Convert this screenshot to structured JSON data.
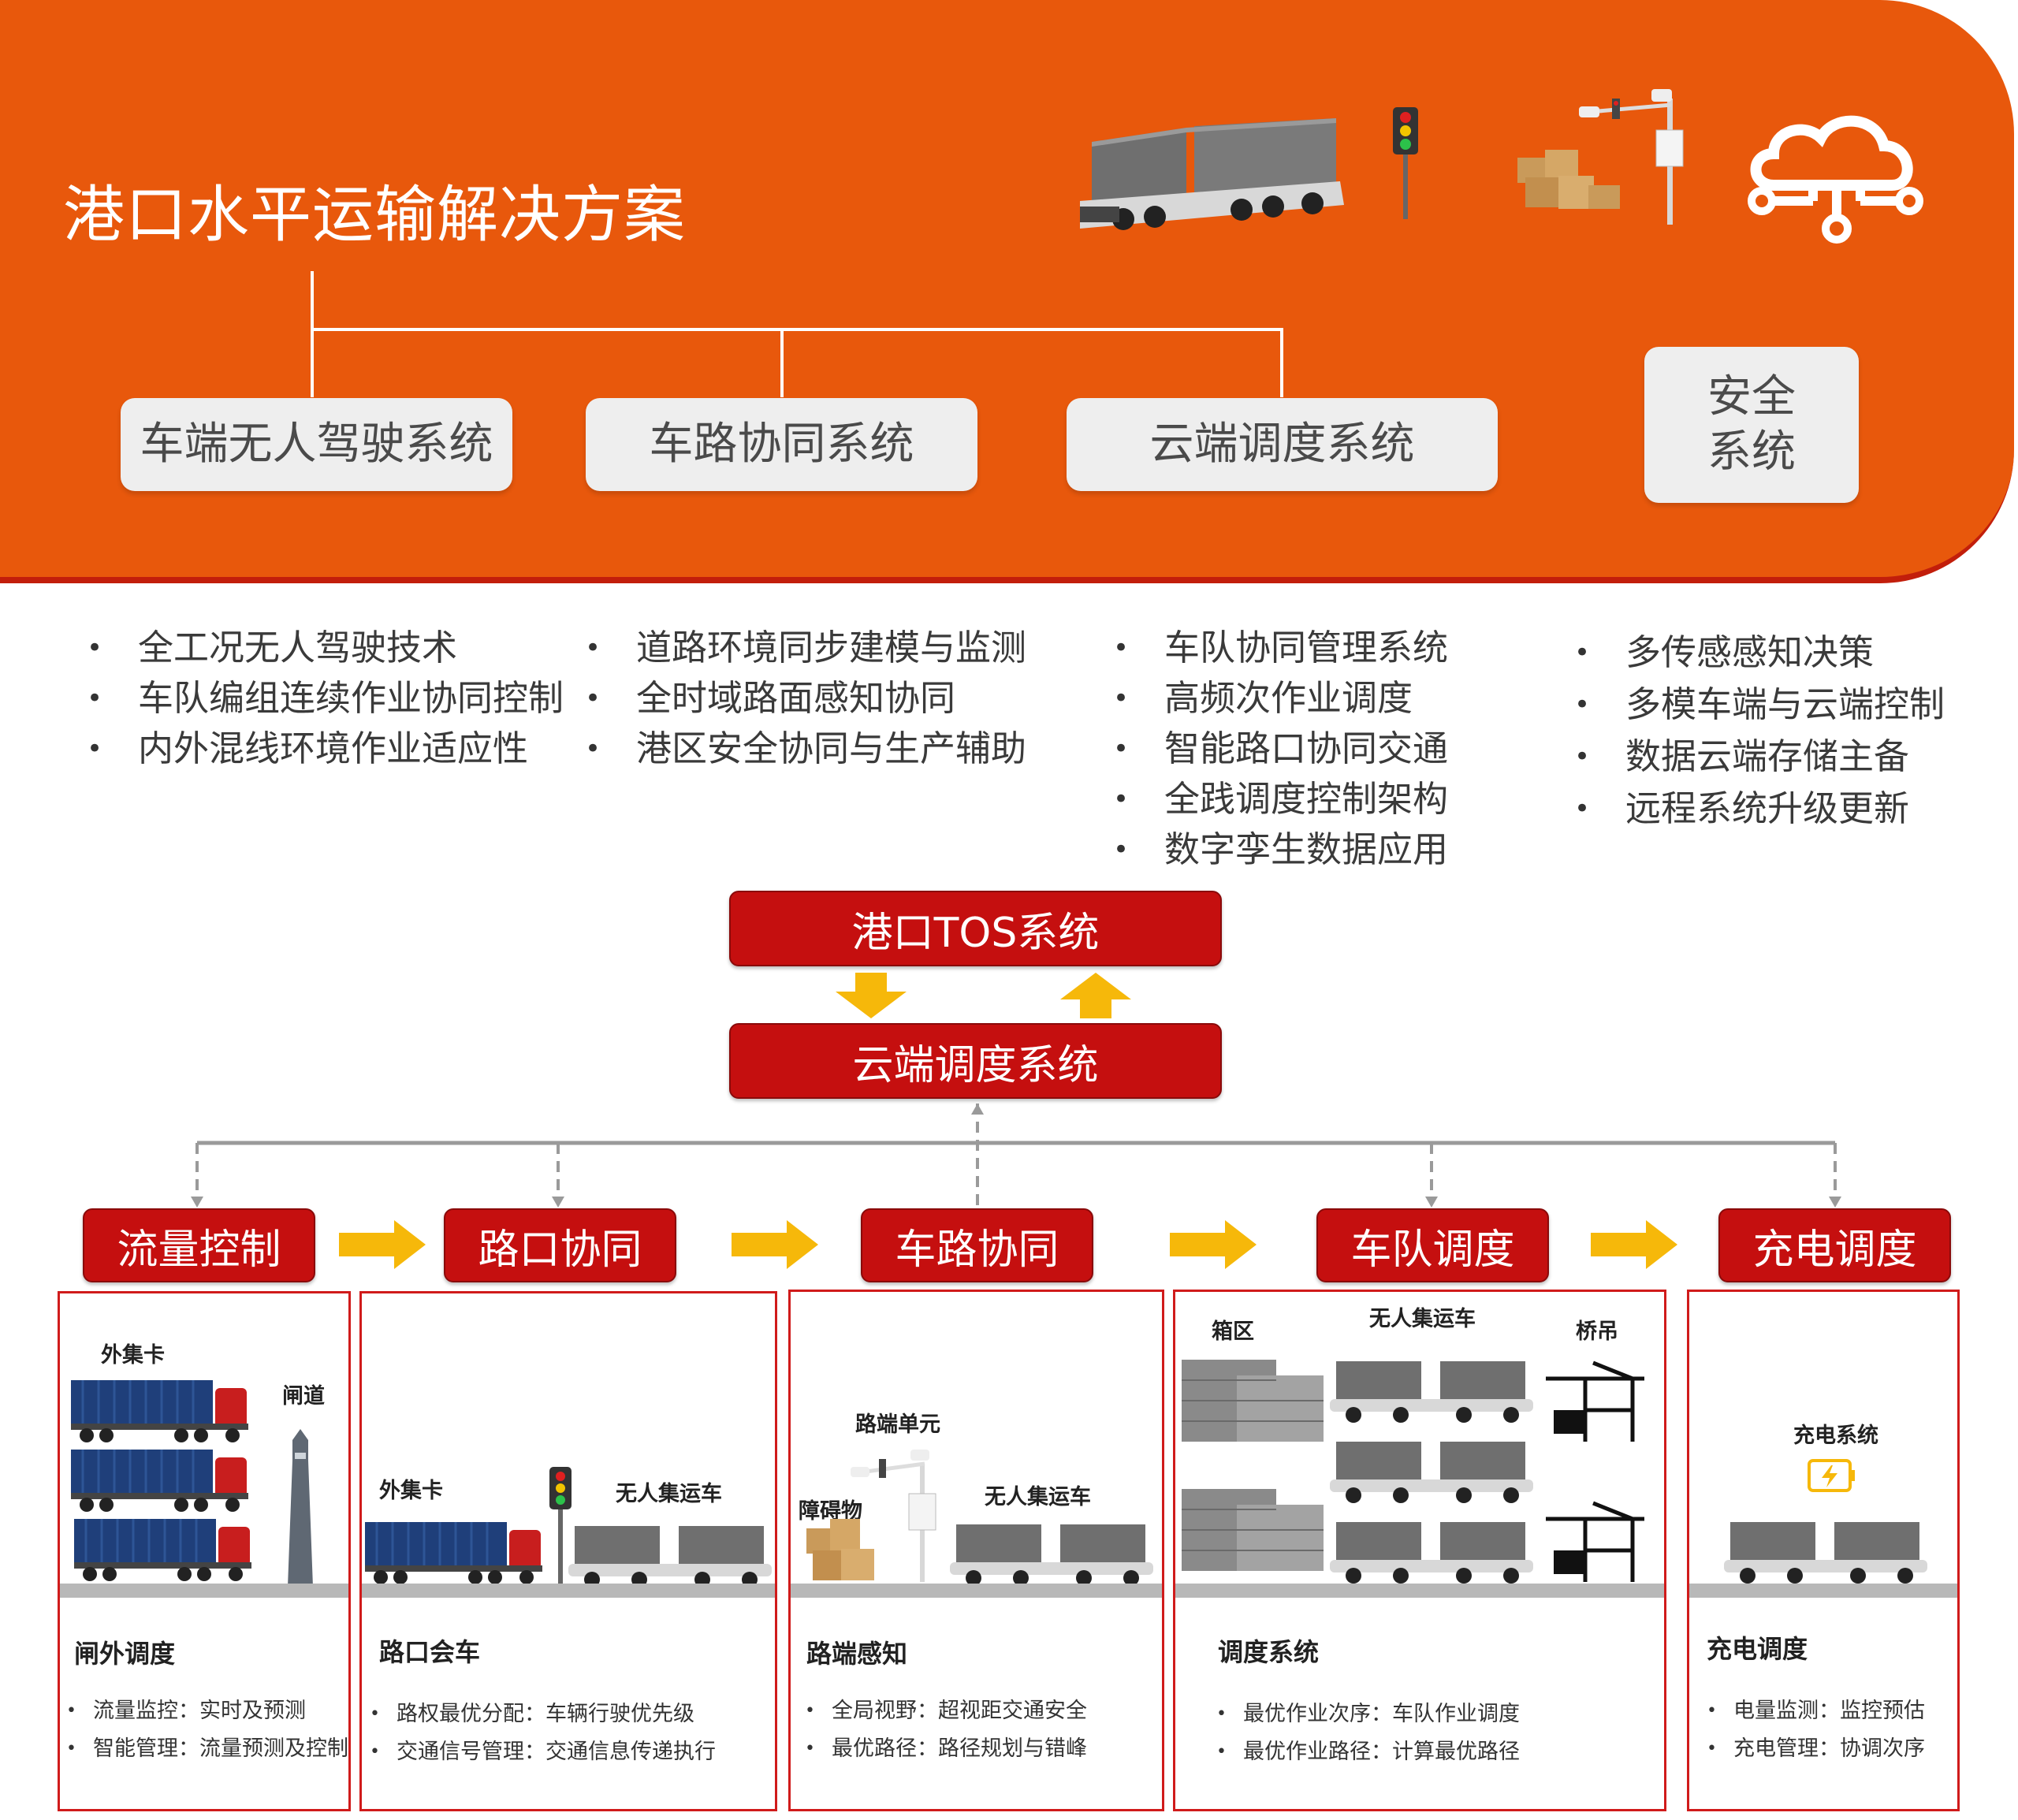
{
  "banner": {
    "title": "港口水平运输解决方案",
    "systems": [
      "车端无人驾驶系统",
      "车路协同系统",
      "云端调度系统",
      "安全\n系统"
    ],
    "icons": [
      "autonomous-truck-icon",
      "traffic-light-icon",
      "roadside-unit-icon",
      "cloud-network-icon"
    ]
  },
  "features": [
    [
      "全工况无人驾驶技术",
      "车队编组连续作业协同控制",
      "内外混线环境作业适应性"
    ],
    [
      "道路环境同步建模与监测",
      "全时域路面感知协同",
      "港区安全协同与生产辅助"
    ],
    [
      "车队协同管理系统",
      "高频次作业调度",
      "智能路口协同交通",
      "全践调度控制架构",
      "数字孪生数据应用"
    ],
    [
      "多传感感知决策",
      "多模车端与云端控制",
      "数据云端存储主备",
      "远程系统升级更新"
    ]
  ],
  "flow": {
    "tos": "港口TOS系统",
    "cloud": "云端调度系统"
  },
  "stages": [
    {
      "header": "流量控制",
      "labels": [
        "外集卡",
        "闸道"
      ],
      "title": "闸外调度",
      "items": [
        "流量监控：实时及预测",
        "智能管理：流量预测及控制"
      ]
    },
    {
      "header": "路口协同",
      "labels": [
        "外集卡",
        "无人集运车"
      ],
      "title": "路口会车",
      "items": [
        "路权最优分配：车辆行驶优先级",
        "交通信号管理：交通信息传递执行"
      ]
    },
    {
      "header": "车路协同",
      "labels": [
        "路端单元",
        "障碍物",
        "无人集运车"
      ],
      "title": "路端感知",
      "items": [
        "全局视野：超视距交通安全",
        "最优路径：路径规划与错峰"
      ]
    },
    {
      "header": "车队调度",
      "labels": [
        "箱区",
        "无人集运车",
        "桥吊"
      ],
      "title": "调度系统",
      "items": [
        "最优作业次序：车队作业调度",
        "最优作业路径：计算最优路径"
      ]
    },
    {
      "header": "充电调度",
      "labels": [
        "充电系统"
      ],
      "title": "充电调度",
      "items": [
        "电量监测：监控预估",
        "充电管理：协调次序"
      ]
    }
  ],
  "colors": {
    "banner": "#E8580C",
    "red": "#C50F0F",
    "arrow": "#F6B80A",
    "container_blue": "#1F3F7A"
  }
}
